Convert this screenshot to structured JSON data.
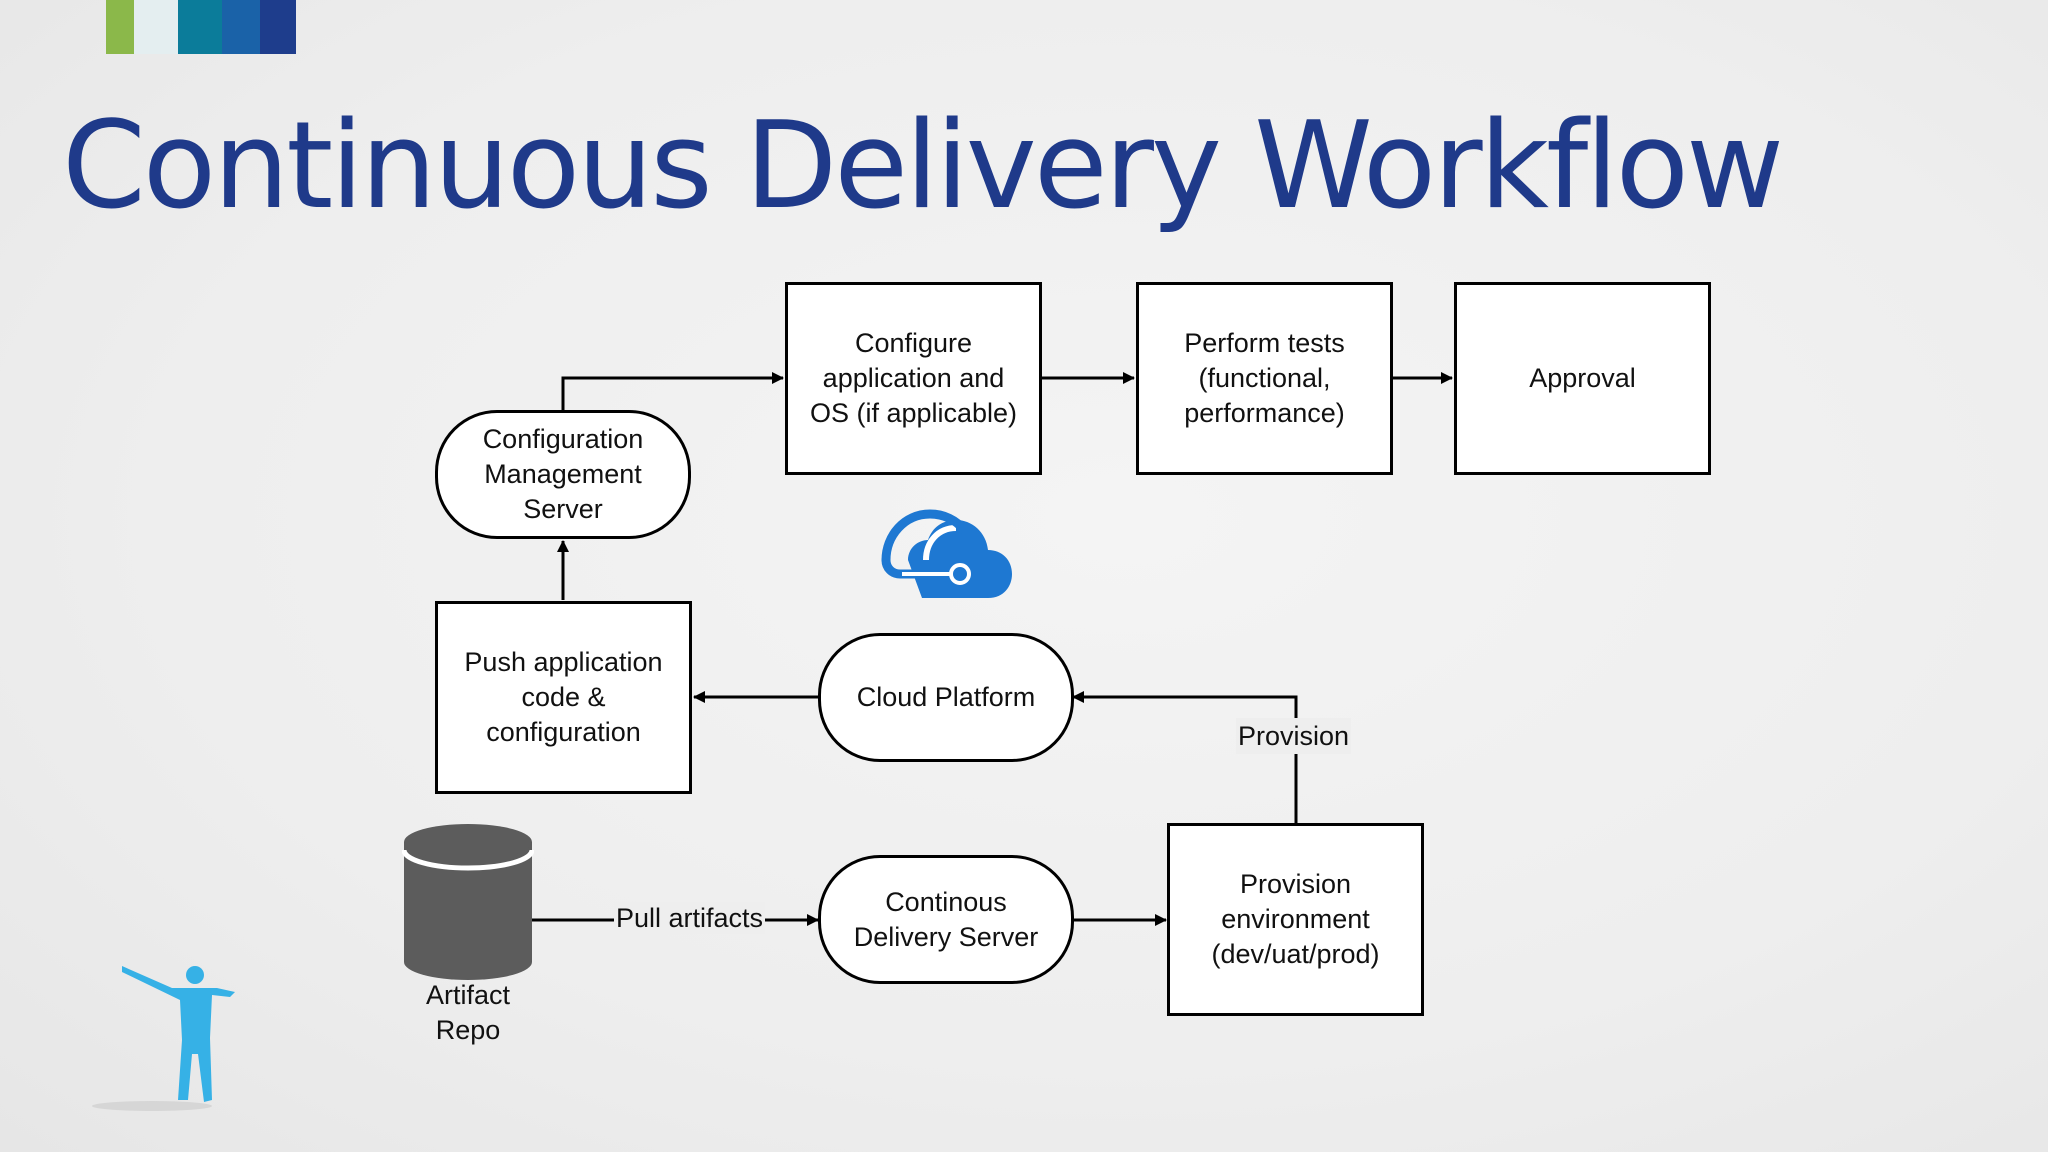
{
  "slide": {
    "title": "Continuous Delivery Workflow",
    "stripe_colors": [
      "#8bb84a",
      "#e4eef0",
      "#0b7c9a",
      "#1a62a8",
      "#1e3d8c"
    ]
  },
  "colors": {
    "title": "#1f3a8a",
    "stroke": "#000000",
    "cloud_icon": "#1e78d2",
    "figure": "#36b1e6",
    "cylinder": "#5c5c5c"
  },
  "nodes": {
    "config_mgmt": "Configuration\nManagement\nServer",
    "configure_app": "Configure\napplication and\nOS (if applicable)",
    "perform_tests": "Perform tests\n(functional,\nperformance)",
    "approval": "Approval",
    "push_code": "Push application\ncode &\nconfiguration",
    "cloud_platform": "Cloud Platform",
    "cd_server": "Continous\nDelivery Server",
    "provision_env": "Provision\nenvironment\n(dev/uat/prod)",
    "artifact_repo": "Artifact\nRepo"
  },
  "edge_labels": {
    "pull_artifacts": "Pull artifacts",
    "provision": "Provision"
  },
  "icons": {
    "cloud": "azure-cloud-icon",
    "repo": "database-cylinder-icon",
    "figure": "person-silhouette-icon"
  }
}
